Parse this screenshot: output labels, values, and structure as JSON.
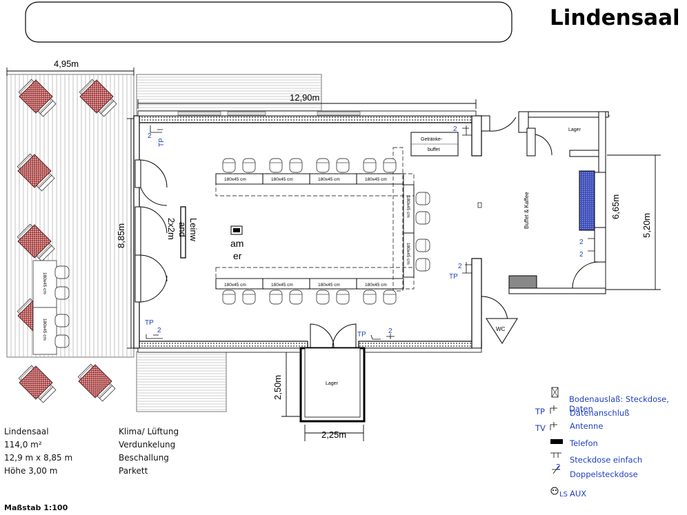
{
  "title": "Lindensaal",
  "dimensions": {
    "terrace_width": "4,95m",
    "hall_length": "12,90m",
    "hall_depth": "8,85m",
    "right_depth": "6,65m",
    "buffet_depth": "5,20m",
    "storage_height": "2,50m",
    "storage_width": "2,25m"
  },
  "rooms": {
    "storage": "Lager",
    "drinks_buffet_1": "Getränke-",
    "drinks_buffet_2": "buffet",
    "buffet": "Buffet & Kaffee",
    "wc": "WC",
    "screen_1": "Leinw",
    "screen_2": "and",
    "screen_3": "2x2m",
    "camera_1": "am",
    "camera_2": "er"
  },
  "table_label": "180x45 cm",
  "marks": {
    "tp": "TP",
    "two": "2"
  },
  "info_left": [
    "Lindensaal",
    "114,0 m²",
    "12,9 m x 8,85 m",
    "Höhe 3,00 m"
  ],
  "info_mid": [
    "Klima/ Lüftung",
    "Verdunkelung",
    "Beschallung",
    "Parkett"
  ],
  "scale": "Maßstab  1:100",
  "legend": {
    "floor_outlet": "Bodenauslaß: Steckdose, Daten",
    "tp": "TP",
    "data": "Datenanschluß",
    "tv": "TV",
    "antenna": "Antenne",
    "phone": "Telefon",
    "socket_num": "2",
    "socket_single": "Steckdose einfach",
    "socket_double": "Doppelsteckdose",
    "ls": "LS",
    "aux": "AUX"
  }
}
